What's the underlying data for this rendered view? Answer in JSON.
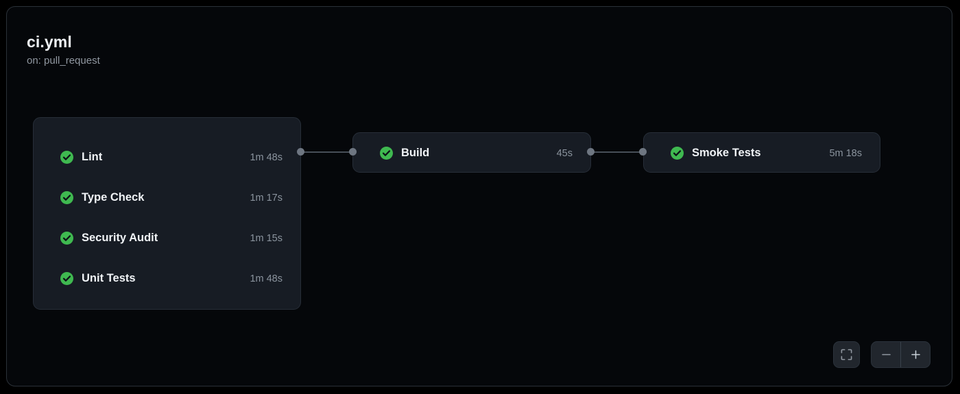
{
  "workflow": {
    "title": "ci.yml",
    "trigger": "on: pull_request"
  },
  "colors": {
    "page_background": "#000000",
    "canvas_background": "#05070a",
    "node_background": "#171c24",
    "node_border": "#272e38",
    "success_green": "#3fb950",
    "text_primary": "#f0f3f6",
    "text_muted": "#8b949e",
    "handle": "#6e7681",
    "edge": "#484f58"
  },
  "nodes": [
    {
      "id": "parallel-group",
      "type": "group",
      "jobs": [
        {
          "name": "Lint",
          "duration": "1m 48s",
          "status": "success",
          "status_icon": "check-circle-icon"
        },
        {
          "name": "Type Check",
          "duration": "1m 17s",
          "status": "success",
          "status_icon": "check-circle-icon"
        },
        {
          "name": "Security Audit",
          "duration": "1m 15s",
          "status": "success",
          "status_icon": "check-circle-icon"
        },
        {
          "name": "Unit Tests",
          "duration": "1m 48s",
          "status": "success",
          "status_icon": "check-circle-icon"
        }
      ]
    },
    {
      "id": "build",
      "type": "single",
      "job": {
        "name": "Build",
        "duration": "45s",
        "status": "success",
        "status_icon": "check-circle-icon"
      }
    },
    {
      "id": "smoke-tests",
      "type": "single",
      "job": {
        "name": "Smoke Tests",
        "duration": "5m 18s",
        "status": "success",
        "status_icon": "check-circle-icon"
      }
    }
  ],
  "edges": [
    {
      "from": "parallel-group",
      "to": "build"
    },
    {
      "from": "build",
      "to": "smoke-tests"
    }
  ],
  "controls": {
    "fit_view": {
      "icon": "fit-screen-icon",
      "label": ""
    },
    "zoom_out": {
      "icon": "minus-icon",
      "label": ""
    },
    "zoom_in": {
      "icon": "plus-icon",
      "label": ""
    }
  }
}
